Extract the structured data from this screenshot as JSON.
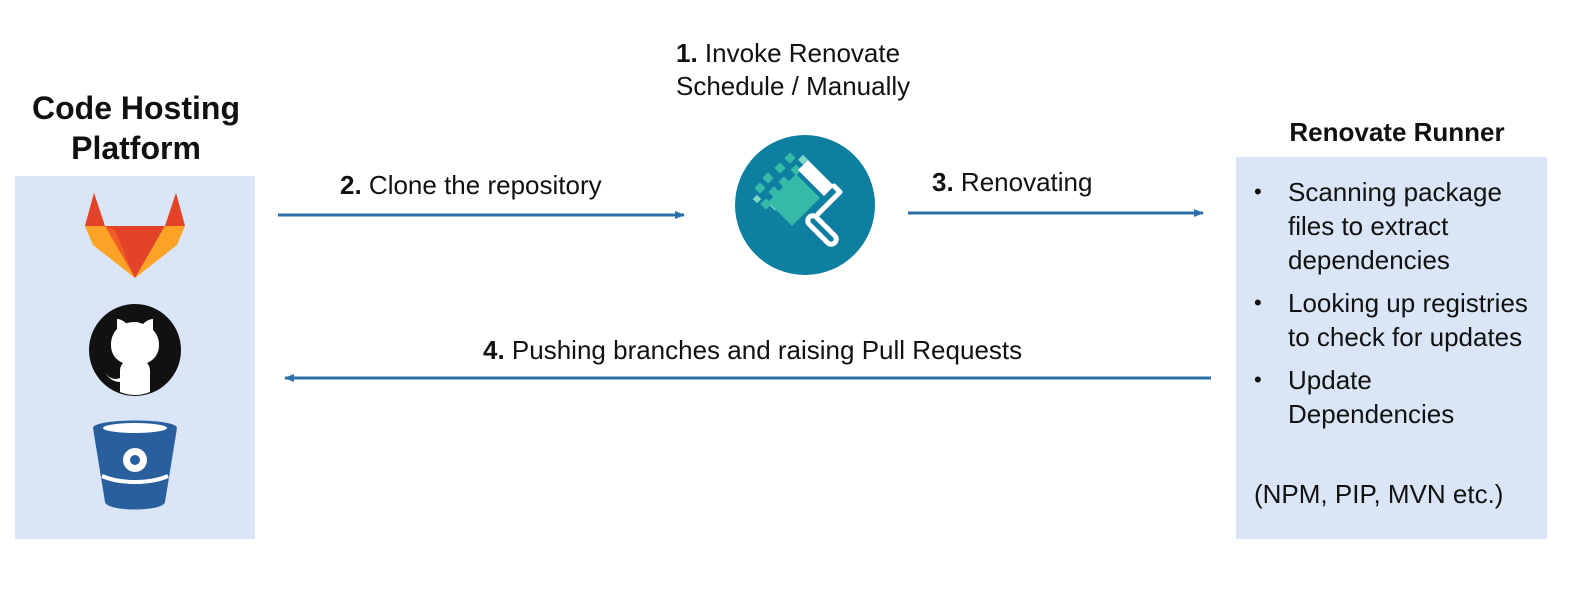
{
  "platform": {
    "title_line1": "Code Hosting",
    "title_line2": "Platform",
    "logos": [
      {
        "icon": "gitlab-icon",
        "colors": [
          "#e24329",
          "#fc6d26",
          "#fca326"
        ]
      },
      {
        "icon": "github-icon",
        "colors": [
          "#111111"
        ]
      },
      {
        "icon": "bitbucket-icon",
        "colors": [
          "#2a5f9e"
        ]
      }
    ]
  },
  "steps": {
    "invoke": {
      "number": "1.",
      "line1": "Invoke Renovate",
      "line2": "Schedule / Manually"
    },
    "clone": {
      "number": "2.",
      "text": "Clone the repository"
    },
    "renovating": {
      "number": "3.",
      "text": "Renovating"
    },
    "push": {
      "number": "4.",
      "text": "Pushing branches and raising Pull Requests"
    }
  },
  "renovate_logo": {
    "icon": "renovate-logo-icon",
    "colors": [
      "#0e7fa0",
      "#37b9a8"
    ]
  },
  "runner": {
    "title": "Renovate Runner",
    "items": [
      "Scanning package files to extract dependencies",
      "Looking up registries to check for updates",
      "Update Dependencies"
    ],
    "bullet": "•",
    "note": "(NPM, PIP, MVN etc.)"
  },
  "colors": {
    "panel_bg": "#dae5f7",
    "arrow": "#2c6fa8"
  }
}
